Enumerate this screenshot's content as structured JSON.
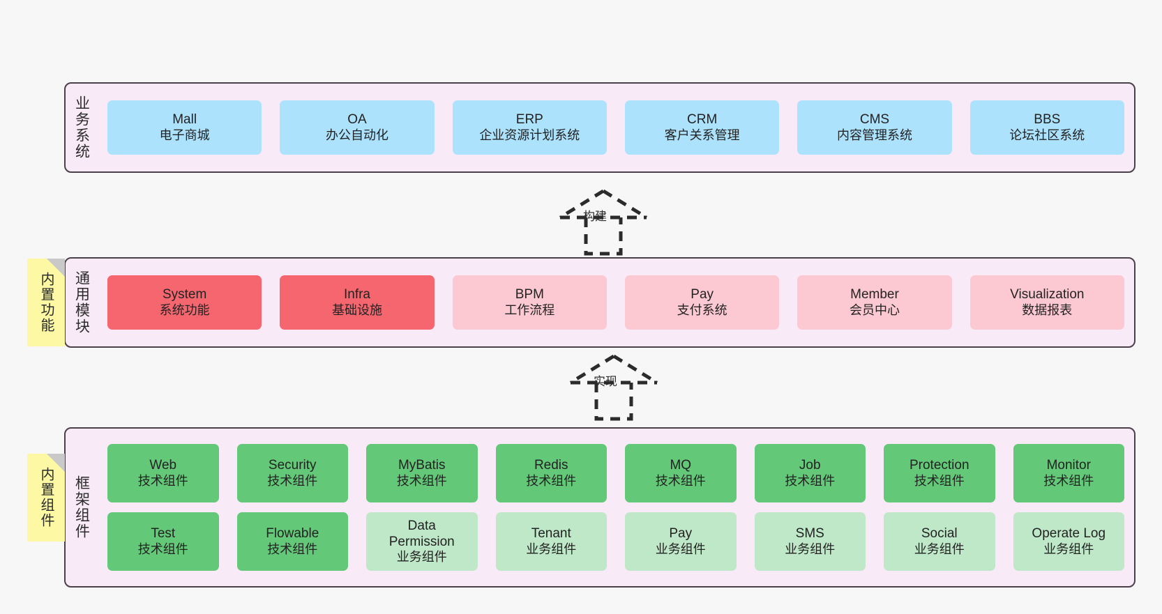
{
  "diagram": {
    "background_color": "#f7f7f7",
    "layer_fill": "#f8eaf6",
    "layer_border": "#4a4049"
  },
  "layers": [
    {
      "id": "business-systems",
      "title": "业务系统",
      "rows": [
        {
          "cards": [
            {
              "name": "Mall",
              "desc": "电子商城",
              "color": "#ade2fc",
              "style": "c-blue"
            },
            {
              "name": "OA",
              "desc": "办公自动化",
              "color": "#ade2fc",
              "style": "c-blue"
            },
            {
              "name": "ERP",
              "desc": "企业资源计划系统",
              "color": "#ade2fc",
              "style": "c-blue"
            },
            {
              "name": "CRM",
              "desc": "客户关系管理",
              "color": "#ade2fc",
              "style": "c-blue"
            },
            {
              "name": "CMS",
              "desc": "内容管理系统",
              "color": "#ade2fc",
              "style": "c-blue"
            },
            {
              "name": "BBS",
              "desc": "论坛社区系统",
              "color": "#ade2fc",
              "style": "c-blue"
            }
          ]
        }
      ]
    },
    {
      "id": "common-modules",
      "title": "通用模块",
      "rows": [
        {
          "cards": [
            {
              "name": "System",
              "desc": "系统功能",
              "color": "#f5666f",
              "style": "c-red"
            },
            {
              "name": "Infra",
              "desc": "基础设施",
              "color": "#f5666f",
              "style": "c-red"
            },
            {
              "name": "BPM",
              "desc": "工作流程",
              "color": "#fcc9d2",
              "style": "c-pink"
            },
            {
              "name": "Pay",
              "desc": "支付系统",
              "color": "#fcc9d2",
              "style": "c-pink"
            },
            {
              "name": "Member",
              "desc": "会员中心",
              "color": "#fcc9d2",
              "style": "c-pink"
            },
            {
              "name": "Visualization",
              "desc": "数据报表",
              "color": "#fcc9d2",
              "style": "c-pink"
            }
          ]
        }
      ]
    },
    {
      "id": "framework-components",
      "title": "框架组件",
      "rows": [
        {
          "cards": [
            {
              "name": "Web",
              "desc": "技术组件",
              "color": "#63c878",
              "style": "c-green"
            },
            {
              "name": "Security",
              "desc": "技术组件",
              "color": "#63c878",
              "style": "c-green"
            },
            {
              "name": "MyBatis",
              "desc": "技术组件",
              "color": "#63c878",
              "style": "c-green"
            },
            {
              "name": "Redis",
              "desc": "技术组件",
              "color": "#63c878",
              "style": "c-green"
            },
            {
              "name": "MQ",
              "desc": "技术组件",
              "color": "#63c878",
              "style": "c-green"
            },
            {
              "name": "Job",
              "desc": "技术组件",
              "color": "#63c878",
              "style": "c-green"
            },
            {
              "name": "Protection",
              "desc": "技术组件",
              "color": "#63c878",
              "style": "c-green"
            },
            {
              "name": "Monitor",
              "desc": "技术组件",
              "color": "#63c878",
              "style": "c-green"
            }
          ]
        },
        {
          "cards": [
            {
              "name": "Test",
              "desc": "技术组件",
              "color": "#63c878",
              "style": "c-green"
            },
            {
              "name": "Flowable",
              "desc": "技术组件",
              "color": "#63c878",
              "style": "c-green"
            },
            {
              "name": "Data",
              "name2": "Permission",
              "desc": "业务组件",
              "color": "#bfe8c8",
              "style": "c-lgreen"
            },
            {
              "name": "Tenant",
              "desc": "业务组件",
              "color": "#bfe8c8",
              "style": "c-lgreen"
            },
            {
              "name": "Pay",
              "desc": "业务组件",
              "color": "#bfe8c8",
              "style": "c-lgreen"
            },
            {
              "name": "SMS",
              "desc": "业务组件",
              "color": "#bfe8c8",
              "style": "c-lgreen"
            },
            {
              "name": "Social",
              "desc": "业务组件",
              "color": "#bfe8c8",
              "style": "c-lgreen"
            },
            {
              "name": "Operate Log",
              "desc": "业务组件",
              "color": "#bfe8c8",
              "style": "c-lgreen"
            }
          ]
        }
      ]
    }
  ],
  "notes": [
    {
      "id": "builtin-features",
      "text": "内置功能",
      "color": "#fcf8a3"
    },
    {
      "id": "builtin-components",
      "text": "内置组件",
      "color": "#fcf8a3"
    }
  ],
  "connectors": [
    {
      "id": "build",
      "label": "构建",
      "style": "dashed-generalization",
      "direction": "up"
    },
    {
      "id": "implement",
      "label": "实现",
      "style": "dashed-generalization",
      "direction": "up"
    }
  ]
}
